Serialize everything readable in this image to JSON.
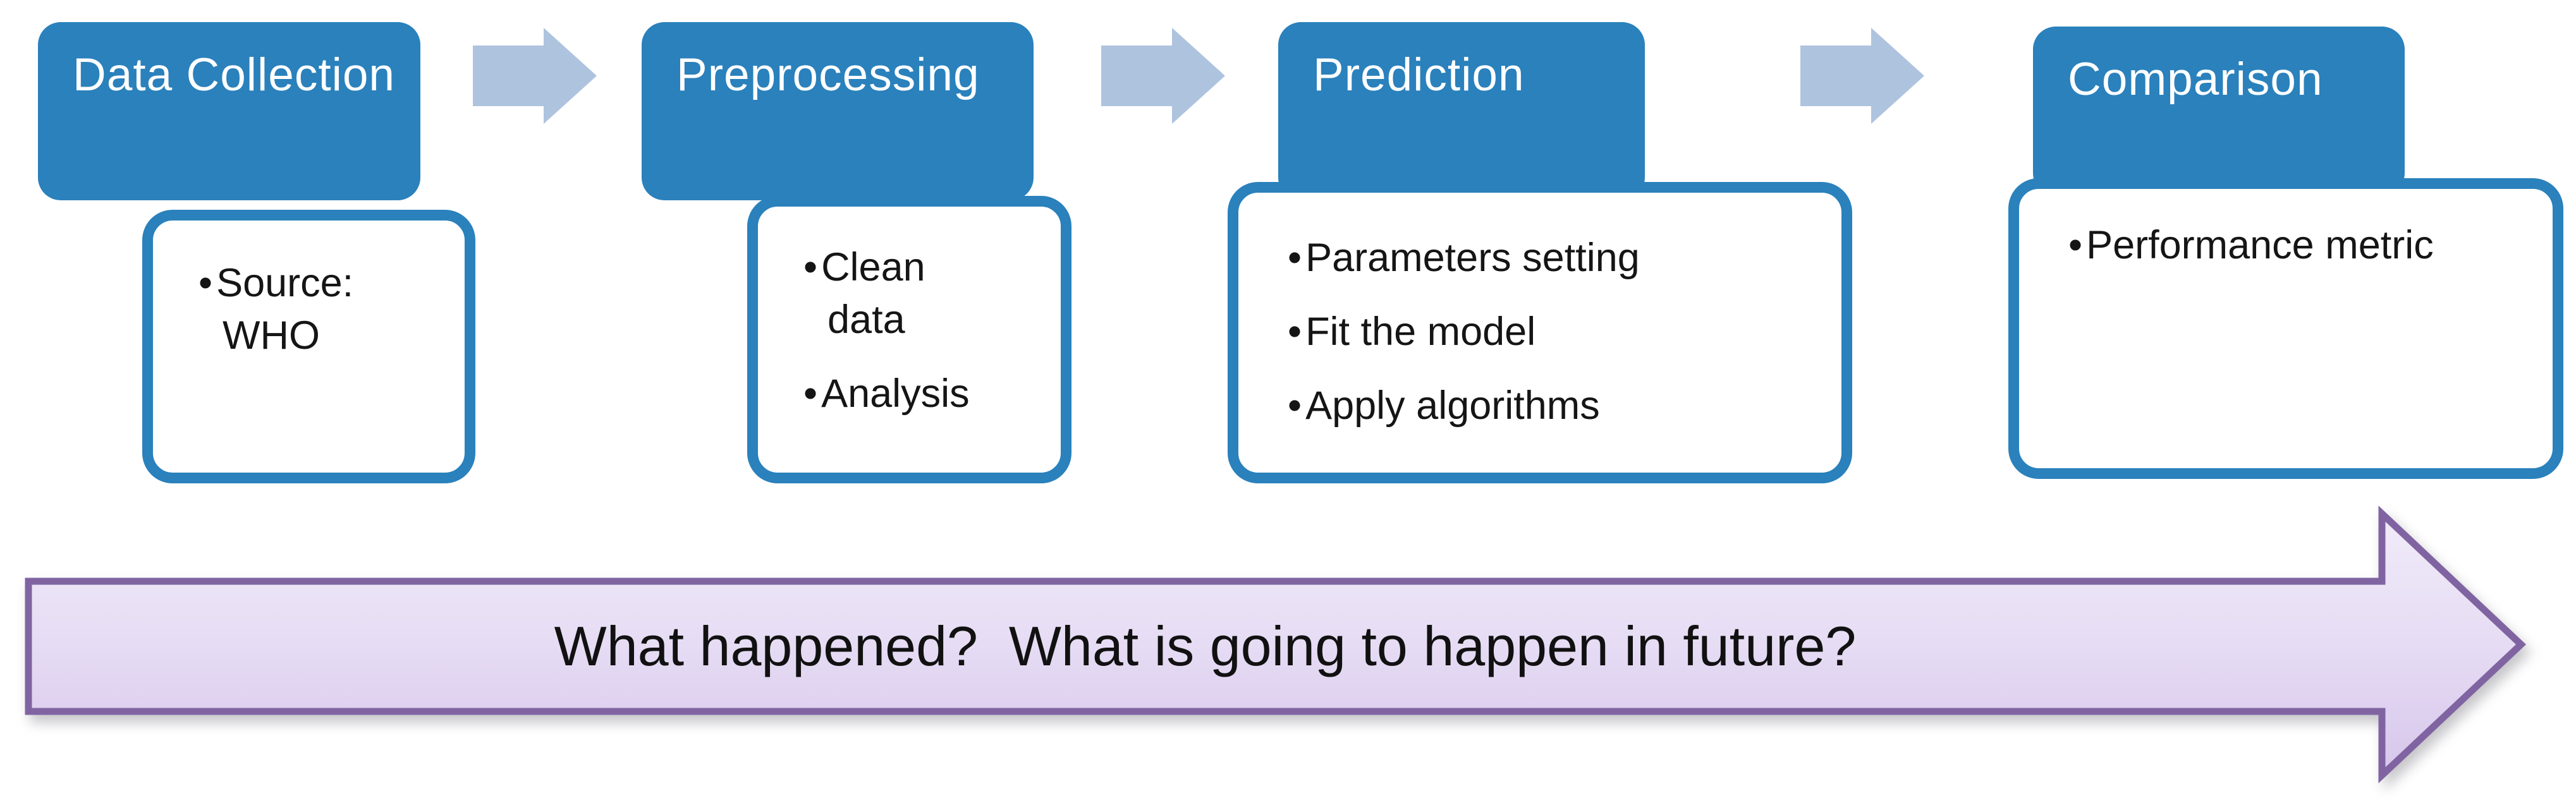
{
  "stages": [
    {
      "title": "Data Collection",
      "bullets": [
        "Source: WHO"
      ]
    },
    {
      "title": "Preprocessing",
      "bullets": [
        "Clean data",
        "Analysis"
      ]
    },
    {
      "title": "Prediction",
      "bullets": [
        "Parameters setting",
        "Fit the model",
        "Apply algorithms"
      ]
    },
    {
      "title": "Comparison",
      "bullets": [
        "Performance metric"
      ]
    }
  ],
  "flow_arrow": {
    "label": "What happened?  What is going to happen in future?"
  },
  "colors": {
    "stage_blue": "#2a81bc",
    "connector_blue": "#aec3de",
    "flow_fill_top": "#efe8f8",
    "flow_fill_bottom": "#d7c6eb",
    "flow_border_purple": "#8064a2",
    "text_black": "#111111",
    "title_white": "#ffffff"
  }
}
